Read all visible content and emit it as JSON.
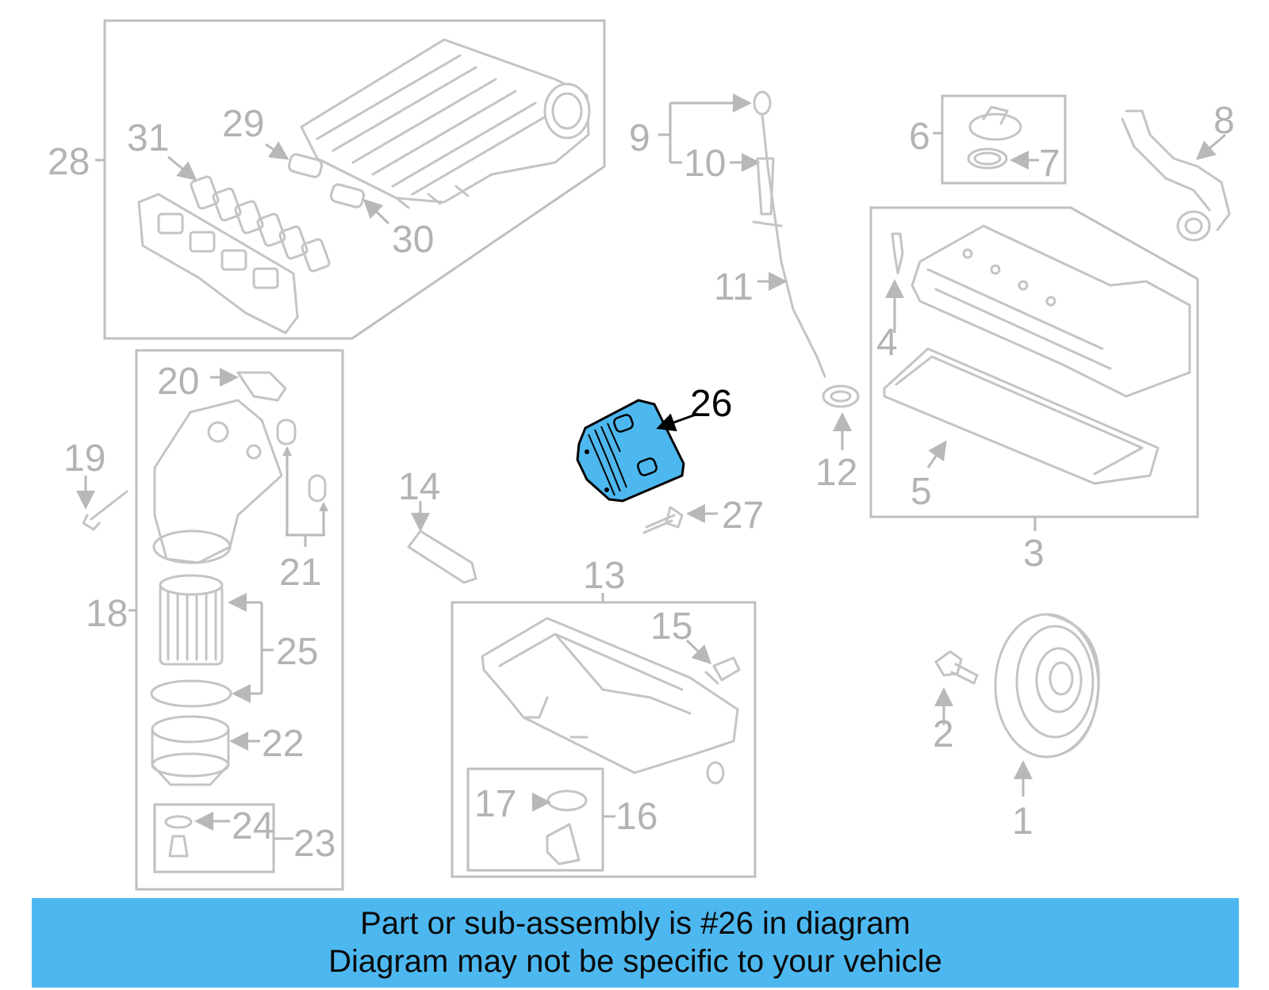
{
  "callouts": {
    "c1": "1",
    "c2": "2",
    "c3": "3",
    "c4": "4",
    "c5": "5",
    "c6": "6",
    "c7": "7",
    "c8": "8",
    "c9": "9",
    "c10": "10",
    "c11": "11",
    "c12": "12",
    "c13": "13",
    "c14": "14",
    "c15": "15",
    "c16": "16",
    "c17": "17",
    "c18": "18",
    "c19": "19",
    "c20": "20",
    "c21": "21",
    "c22": "22",
    "c23": "23",
    "c24": "24",
    "c25": "25",
    "c26": "26",
    "c27": "27",
    "c28": "28",
    "c29": "29",
    "c30": "30",
    "c31": "31"
  },
  "highlighted_part": "26",
  "colors": {
    "highlight_fill": "#4db8f0",
    "banner_background": "#4db8f0",
    "line_art": "#c4c4c4"
  },
  "banner": {
    "line1": "Part or sub-assembly is #26 in diagram",
    "line2": "Diagram may not be specific to your vehicle"
  }
}
